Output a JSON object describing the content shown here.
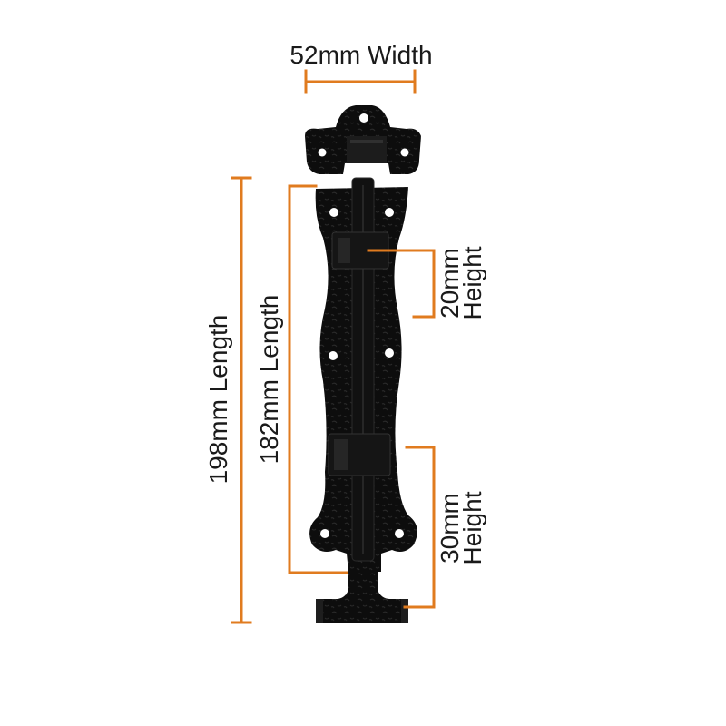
{
  "colors": {
    "dimension_line": "#e07b1f",
    "iron": "#0d0d0d",
    "background": "#ffffff"
  },
  "dimensions": {
    "width_label": "52mm Width",
    "overall_length_label": "198mm Length",
    "plate_length_label": "182mm Length",
    "upper_staple_value": "20mm",
    "upper_staple_word": "Height",
    "lower_staple_value": "30mm",
    "lower_staple_word": "Height"
  }
}
